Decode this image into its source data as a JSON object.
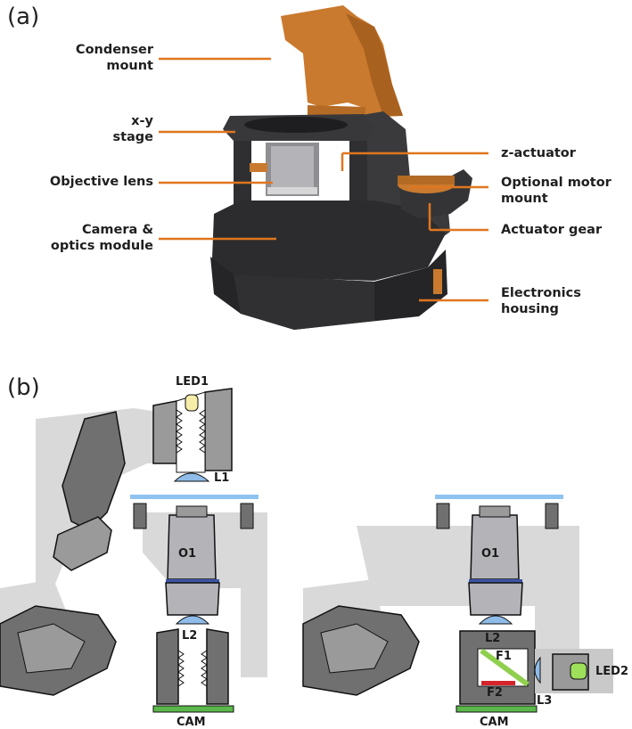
{
  "figure": {
    "panel_a": {
      "letter": "(a)",
      "labels_left": [
        "Condenser mount",
        "x-y stage",
        "Objective lens",
        "Camera & optics module"
      ],
      "labels_right": [
        "z-actuator",
        "Optional motor mount",
        "Actuator gear",
        "Electronics housing"
      ]
    },
    "panel_b": {
      "letter": "(b)",
      "left": {
        "led": "LED1",
        "l1": "L1",
        "o1": "O1",
        "l2": "L2",
        "cam": "CAM"
      },
      "right": {
        "o1": "O1",
        "l2": "L2",
        "f1": "F1",
        "f2": "F2",
        "l3": "L3",
        "led": "LED2",
        "cam": "CAM"
      }
    }
  },
  "colors": {
    "orange": "#E0761F",
    "print_orange": "#C97A2E",
    "print_dark": "#2E2E30",
    "grey": "#A9A9A9",
    "light_grey": "#D9D9D9",
    "slide_blue": "#8EC3F0",
    "lens_blue": "#8FBCE8",
    "camera_green": "#5BB84A",
    "filter_green": "#8FCF4E",
    "filter_red": "#D8232A",
    "led_yellow": "#F5EDA8",
    "led_green": "#9FE05A"
  }
}
